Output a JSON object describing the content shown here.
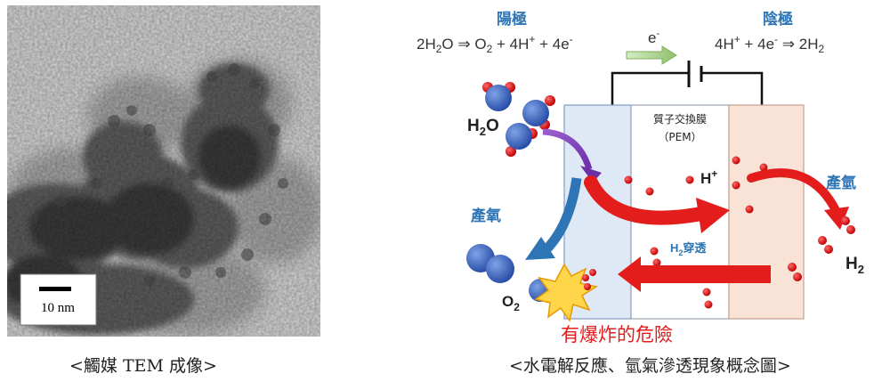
{
  "tem": {
    "scale_label": "10 nm",
    "caption": "<觸媒 TEM 成像>"
  },
  "diagram": {
    "anode_title": "陽極",
    "anode_eq": {
      "p1": "2H",
      "p1_sub": "2",
      "p2": "O ⇒ O",
      "p2_sub": "2",
      "p3": " + 4H",
      "p3_sup": "+",
      "p4": " + 4e",
      "p4_sup": "-"
    },
    "cathode_title": "陰極",
    "cathode_eq": {
      "p1": "4H",
      "p1_sup": "+",
      "p2": " + 4e",
      "p2_sup": "-",
      "p3": " ⇒ 2H",
      "p3_sub": "2"
    },
    "electron": {
      "base": "e",
      "sup": "-"
    },
    "pem_line1": "質子交換膜",
    "pem_line2": "（PEM）",
    "water": {
      "base": "H",
      "sub": "2",
      "tail": "O"
    },
    "proton": {
      "base": "H",
      "sup": "+"
    },
    "produce_oxygen": "產氧",
    "produce_hydrogen": "產氫",
    "oxygen_label": {
      "base": "O",
      "sub": "2"
    },
    "hydrogen_label": {
      "base": "H",
      "sub": "2"
    },
    "permeation": {
      "base": "H",
      "sub": "2",
      "tail": "穿透"
    },
    "danger": "有爆炸的危險",
    "caption": "<水電解反應、氫氣滲透現象概念圖>"
  }
}
